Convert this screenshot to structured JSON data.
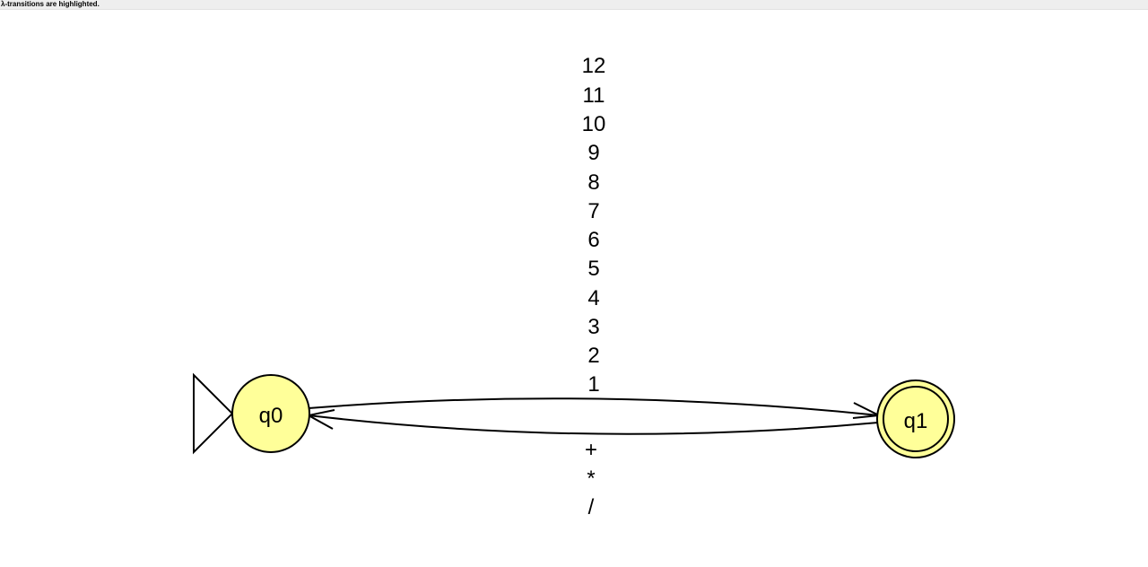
{
  "notice": {
    "text": "λ-transitions are highlighted."
  },
  "automaton": {
    "state_fill": "#ffff99",
    "stroke": "#000000",
    "states": [
      {
        "id": "q0",
        "label": "q0",
        "initial": true,
        "final": false
      },
      {
        "id": "q1",
        "label": "q1",
        "initial": false,
        "final": true
      }
    ],
    "transitions": [
      {
        "from": "q0",
        "to": "q1",
        "labels": [
          "1",
          "2",
          "3",
          "4",
          "5",
          "6",
          "7",
          "8",
          "9",
          "10",
          "11",
          "12"
        ]
      },
      {
        "from": "q1",
        "to": "q0",
        "labels": [
          "+",
          "*",
          "/"
        ]
      }
    ]
  }
}
